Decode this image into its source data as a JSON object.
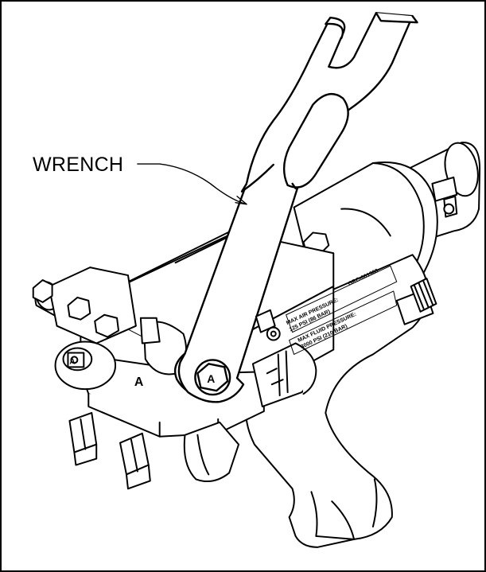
{
  "figure": {
    "callout_label": "WRENCH",
    "part_letters": [
      "A",
      "A",
      "A"
    ],
    "plate_text": [
      "MAX AIR PRESSURE:",
      "125 PSI (86 BAR)",
      "MAX FLUID PRESSURE:",
      "3000 PSI (210 BAR)",
      "GRC-001983"
    ],
    "colors": {
      "line": "#000000",
      "fill": "#ffffff",
      "hatch": "#000000"
    }
  }
}
